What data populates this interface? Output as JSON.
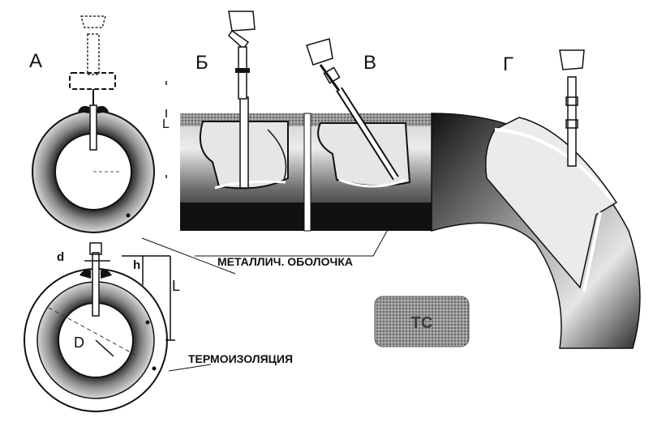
{
  "labels": {
    "section_a": "А",
    "section_b": "Б",
    "section_v": "В",
    "section_g": "Г",
    "d_small": "d",
    "h": "h",
    "L_lower": "L",
    "L_upper": "L",
    "D_big": "D",
    "sheath": "МЕТАЛЛИЧ. ОБОЛОЧКА",
    "insulation": "ТЕРМОИЗОЛЯЦИЯ"
  },
  "colors": {
    "ink": "#111111",
    "paper": "#ffffff",
    "insulation_dark": "#1a1a1a",
    "insulation_mid": "#7a7a7a",
    "metal_light": "#dcdcdc",
    "logo_bg": "#8c8c8c"
  }
}
